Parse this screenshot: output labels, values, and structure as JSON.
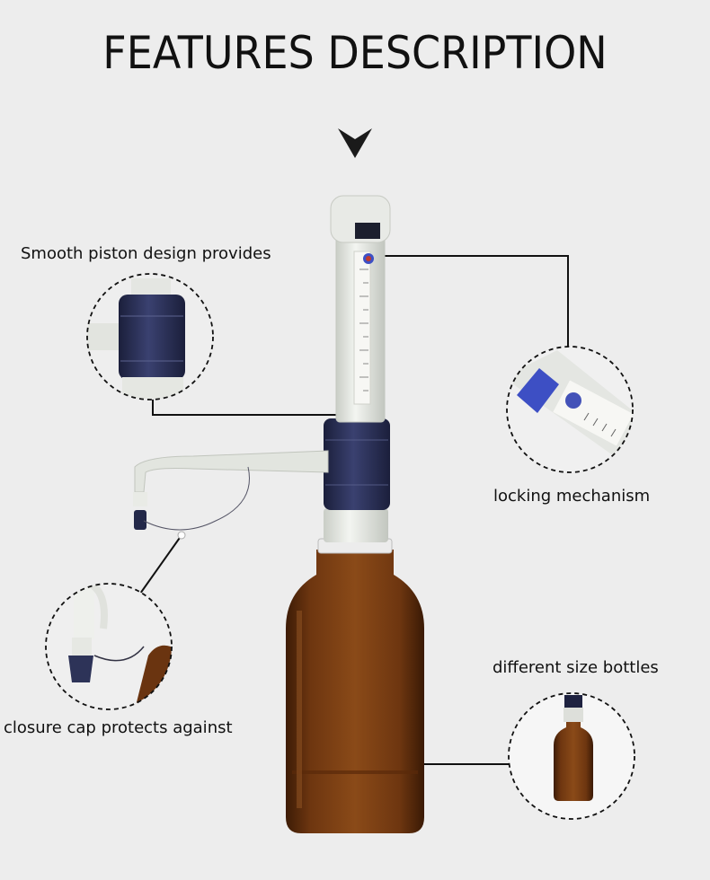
{
  "title": "FEATURES DESCRIPTION",
  "callouts": {
    "piston": "Smooth piston design provides",
    "locking": "locking mechanism",
    "closure": "closure cap protects against",
    "bottles": "different size bottles"
  },
  "colors": {
    "background": "#ededed",
    "amber_glass": "#7a3f12",
    "cap_navy": "#2b3157",
    "body_white": "#e6e9e4",
    "accent_blue": "#3d4fc4"
  }
}
